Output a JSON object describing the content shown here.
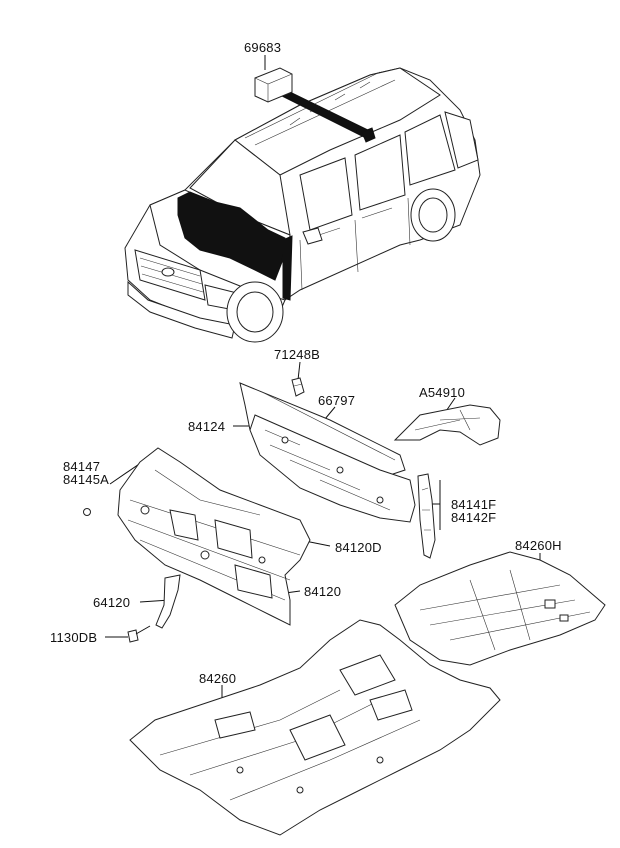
{
  "parts": {
    "p69683": "69683",
    "p71248b": "71248B",
    "p66797": "66797",
    "pa54910": "A54910",
    "p84124": "84124",
    "p84147": "84147",
    "p84145a": "84145A",
    "p84141f": "84141F",
    "p84142f": "84142F",
    "p84120d": "84120D",
    "p84260h": "84260H",
    "p64120": "64120",
    "p84120": "84120",
    "p1130db": "1130DB",
    "p84260": "84260"
  }
}
